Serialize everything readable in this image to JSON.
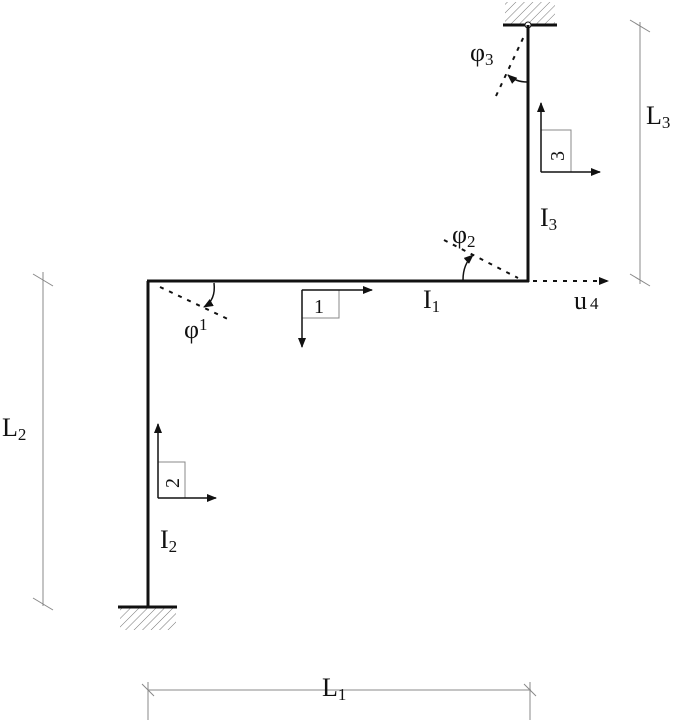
{
  "labels": {
    "L1": {
      "main": "L",
      "sub": "1"
    },
    "L2": {
      "main": "L",
      "sub": "2"
    },
    "L3": {
      "main": "L",
      "sub": "3"
    },
    "I1": {
      "main": "I",
      "sub": "1"
    },
    "I2": {
      "main": "I",
      "sub": "2"
    },
    "I3": {
      "main": "I",
      "sub": "3"
    },
    "phi1": {
      "main": "φ",
      "sub": "1"
    },
    "phi2": {
      "main": "φ",
      "sub": "2"
    },
    "phi3": {
      "main": "φ",
      "sub": "3"
    },
    "u4": {
      "main": "u",
      "sub": "4"
    }
  },
  "elements": [
    "1",
    "2",
    "3"
  ]
}
